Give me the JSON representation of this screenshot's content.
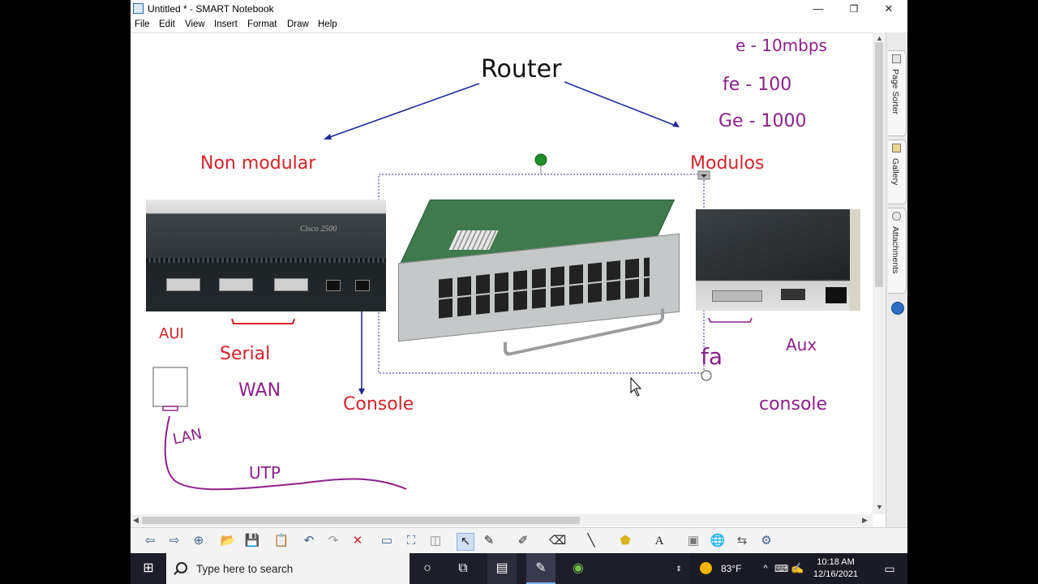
{
  "window": {
    "title": "Untitled * - SMART Notebook",
    "minimize": "—",
    "restore": "❐",
    "close": "✕"
  },
  "menu": [
    "File",
    "Edit",
    "View",
    "Insert",
    "Format",
    "Draw",
    "Help"
  ],
  "canvas_notes": {
    "title": "Router",
    "left_heading": "Non modular",
    "right_heading": "Modulos",
    "speeds": [
      "e - 10mbps",
      "fe - 100",
      "Ge - 1000"
    ],
    "labels": {
      "aui": "AUI",
      "serial": "Serial",
      "wan": "WAN",
      "lan": "LAN",
      "utp": "UTP",
      "console_left": "Console",
      "fa": "fa",
      "aux": "Aux",
      "console_right": "console"
    },
    "router_brand": "Cisco 2500"
  },
  "side_tabs": [
    "Page Sorter",
    "Gallery",
    "Attachments"
  ],
  "taskbar": {
    "search_placeholder": "Type here to search",
    "temperature": "83°F",
    "time": "10:18 AM",
    "date": "12/16/2021"
  }
}
